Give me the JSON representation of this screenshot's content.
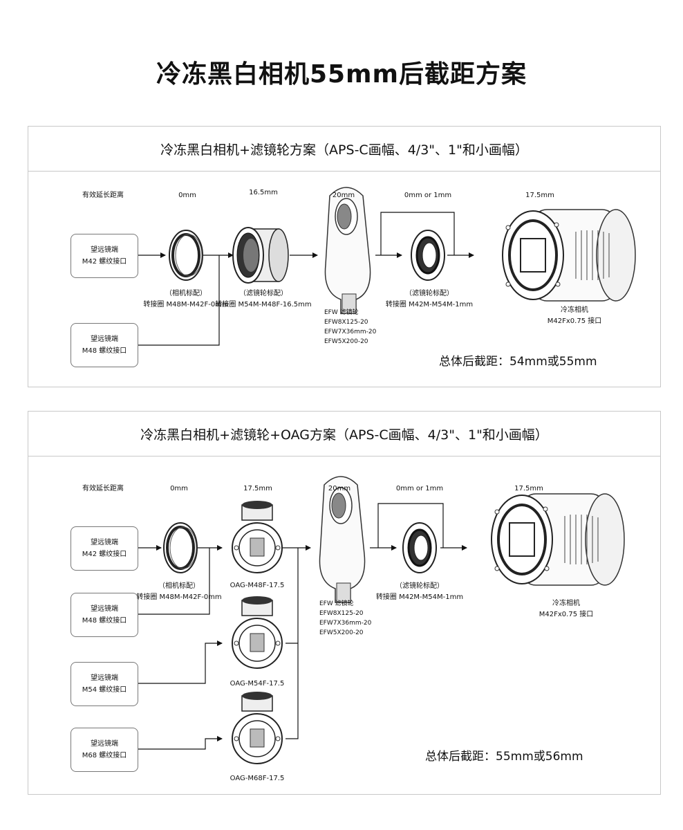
{
  "title": "冷冻黑白相机55mm后截距方案",
  "panel1": {
    "header": "冷冻黑白相机+滤镜轮方案（APS-C画幅、4/3\"、1\"和小画幅）",
    "distance_label": "有效延长距离",
    "distances": [
      "0mm",
      "16.5mm",
      "20mm",
      "0mm or 1mm",
      "17.5mm"
    ],
    "ports": [
      {
        "line1": "望远镜端",
        "line2": "M42 螺纹接口"
      },
      {
        "line1": "望远镜端",
        "line2": "M48 螺纹接口"
      }
    ],
    "adapter1": {
      "note": "（相机标配）",
      "name": "转接圈 M48M-M42F-0mm"
    },
    "adapter2": {
      "note": "（滤镜轮标配）",
      "name": "转接圈 M54M-M48F-16.5mm"
    },
    "filterwheel": {
      "title": "EFW 滤镜轮",
      "models": [
        "EFW8X125-20",
        "EFW7X36mm-20",
        "EFW5X200-20"
      ]
    },
    "adapter3": {
      "note": "（滤镜轮标配）",
      "name": "转接圈 M42M-M54M-1mm"
    },
    "camera": {
      "name": "冷冻相机",
      "mount": "M42Fx0.75 接口"
    },
    "total": "总体后截距：54mm或55mm"
  },
  "panel2": {
    "header": "冷冻黑白相机+滤镜轮+OAG方案（APS-C画幅、4/3\"、1\"和小画幅）",
    "distance_label": "有效延长距离",
    "distances": [
      "0mm",
      "17.5mm",
      "20mm",
      "0mm or 1mm",
      "17.5mm"
    ],
    "ports": [
      {
        "line1": "望远镜端",
        "line2": "M42 螺纹接口"
      },
      {
        "line1": "望远镜端",
        "line2": "M48 螺纹接口"
      },
      {
        "line1": "望远镜端",
        "line2": "M54 螺纹接口"
      },
      {
        "line1": "望远镜端",
        "line2": "M68 螺纹接口"
      }
    ],
    "adapter1": {
      "note": "（相机标配）",
      "name": "转接圈 M48M-M42F-0mm"
    },
    "oags": [
      "OAG-M48F-17.5",
      "OAG-M54F-17.5",
      "OAG-M68F-17.5"
    ],
    "filterwheel": {
      "title": "EFW 滤镜轮",
      "models": [
        "EFW8X125-20",
        "EFW7X36mm-20",
        "EFW5X200-20"
      ]
    },
    "adapter3": {
      "note": "（滤镜轮标配）",
      "name": "转接圈 M42M-M54M-1mm"
    },
    "camera": {
      "name": "冷冻相机",
      "mount": "M42Fx0.75 接口"
    },
    "total": "总体后截距：55mm或56mm"
  }
}
